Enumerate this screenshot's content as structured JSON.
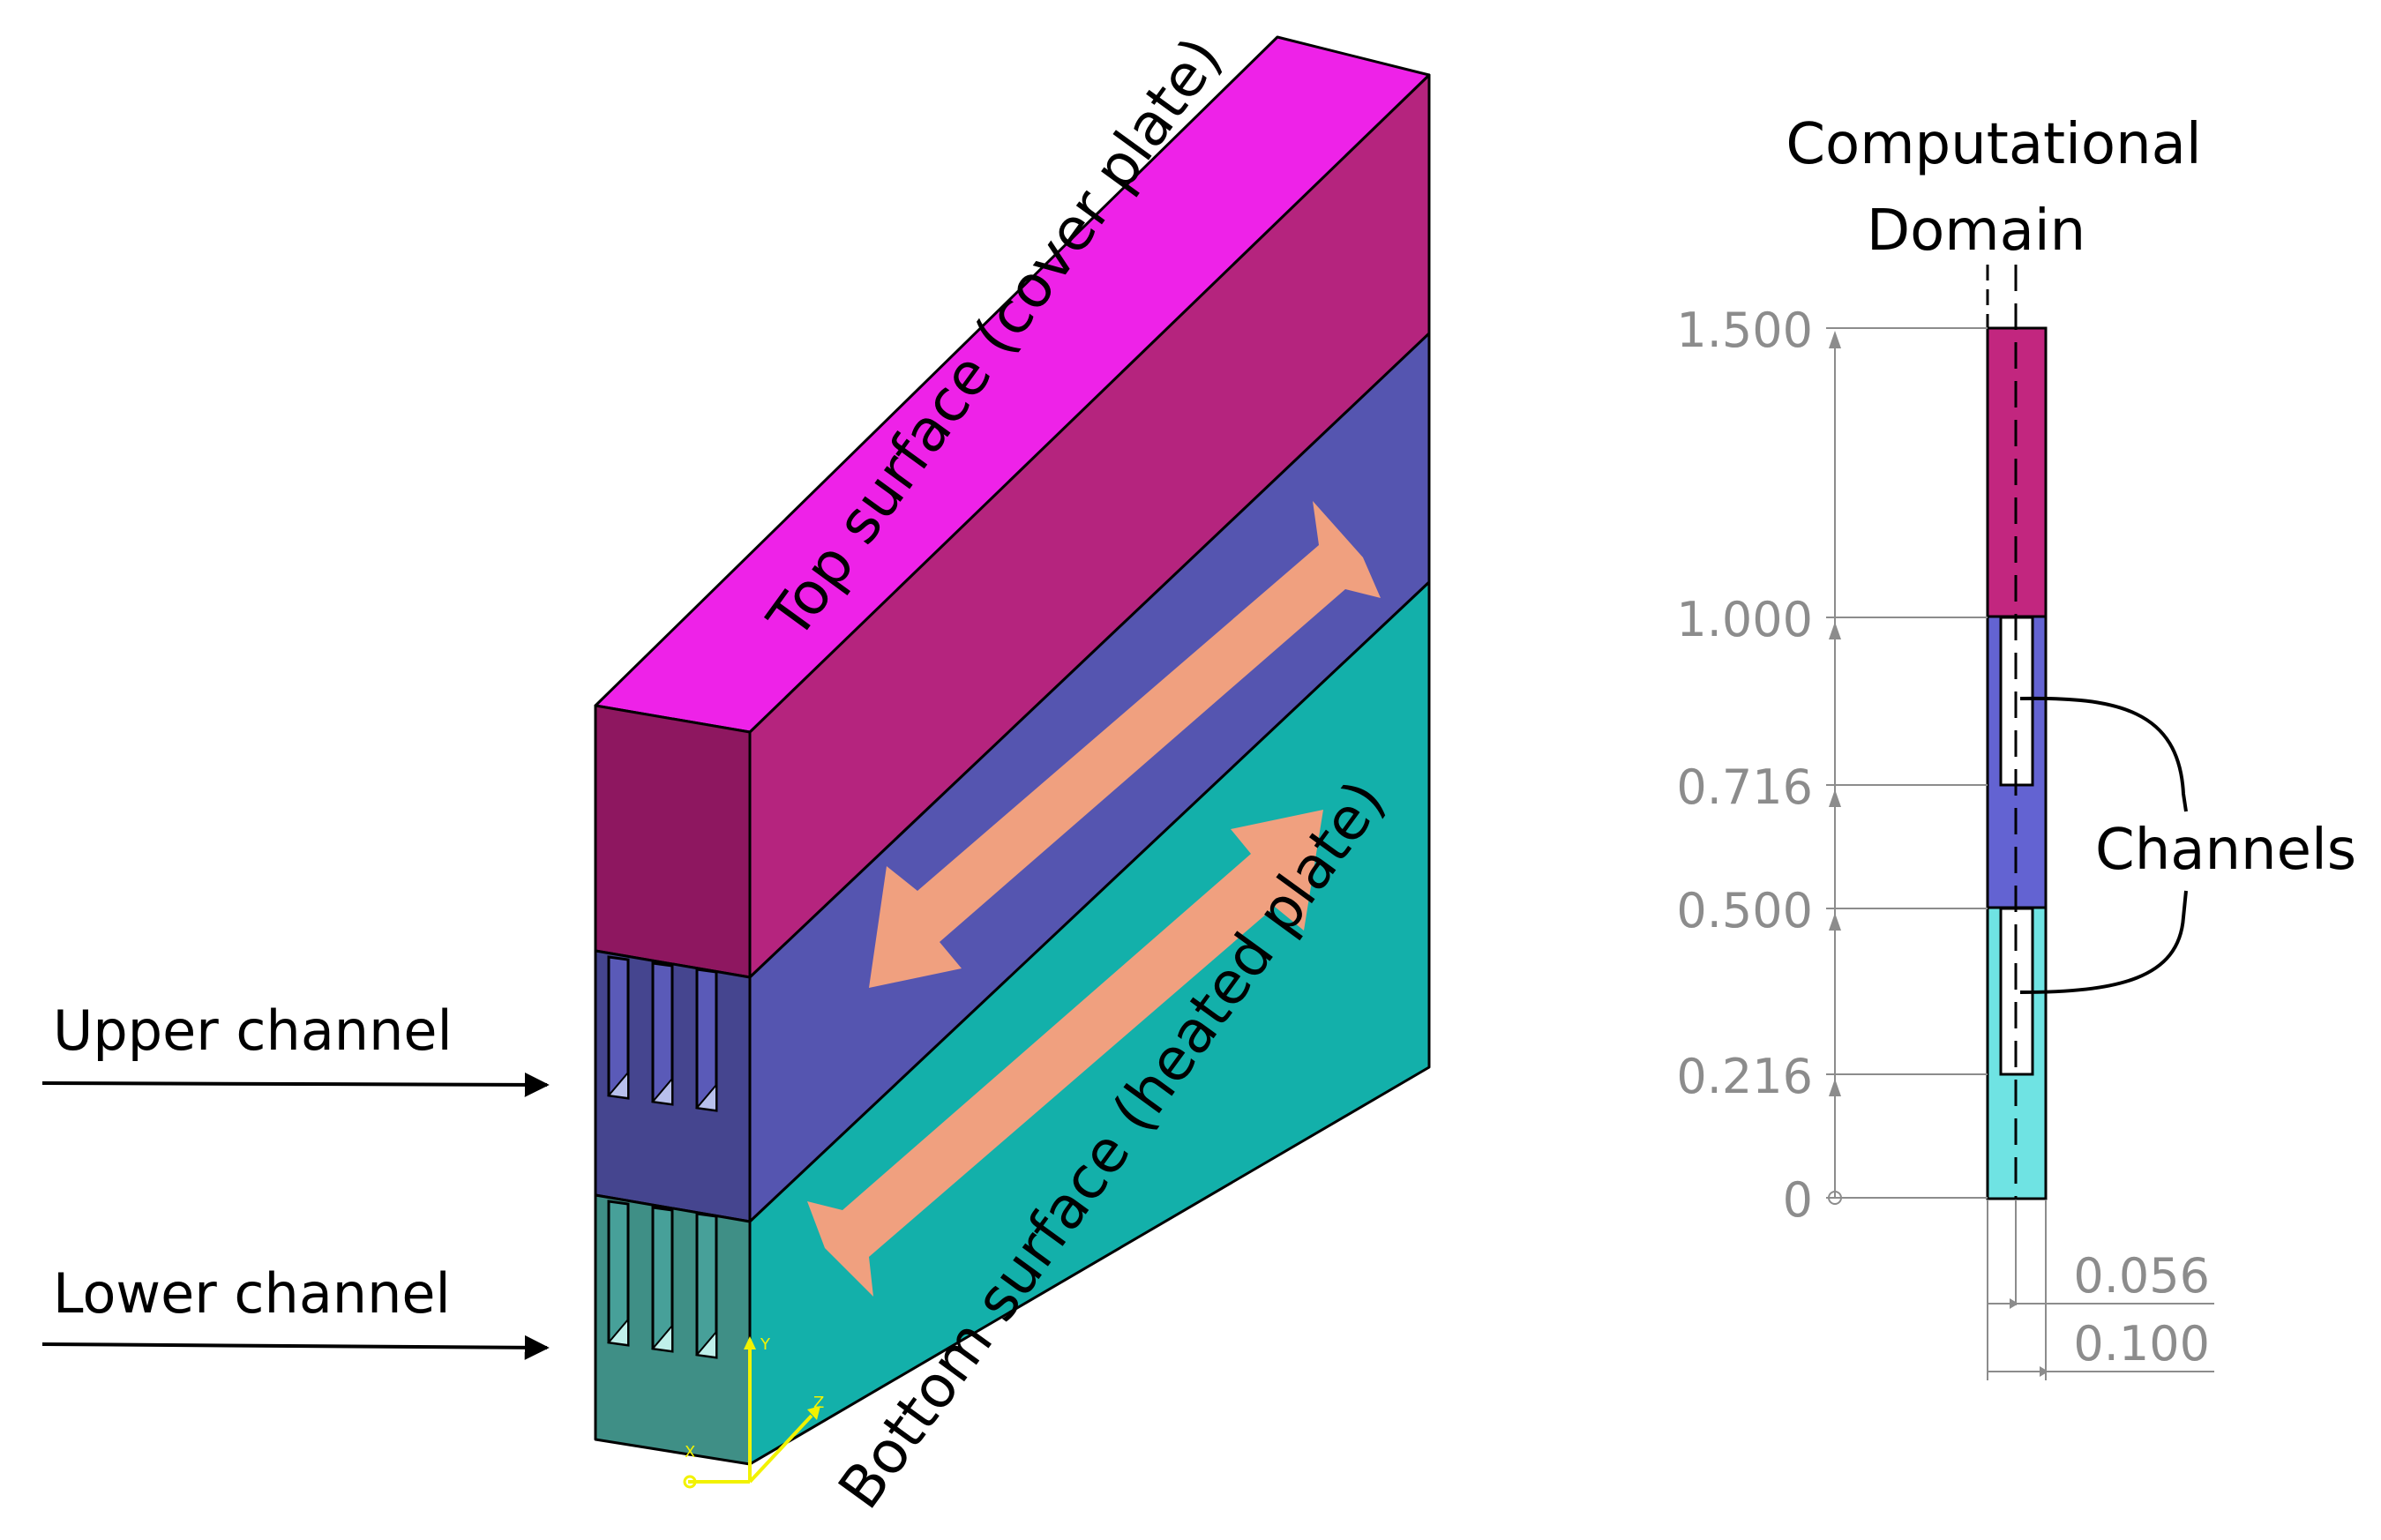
{
  "labels": {
    "top_surface": "Top surface (cover plate)",
    "bottom_surface": "Bottom surface (heated plate)",
    "upper_channel": "Upper channel",
    "lower_channel": "Lower channel",
    "domain_line1": "Computational",
    "domain_line2": "Domain",
    "channels": "Channels"
  },
  "axis_triad": {
    "x": "X",
    "y": "Y",
    "z": "Z"
  },
  "dimensions": {
    "heights": [
      "1.500",
      "1.000",
      "0.716",
      "0.500",
      "0.216",
      "0"
    ],
    "widths": [
      "0.056",
      "0.100"
    ]
  },
  "colors": {
    "cover_plate": "#b5247e",
    "cover_top": "#ee22e8",
    "cover_front": "#8e1760",
    "middle_block": "#5555b0",
    "middle_front": "#45458f",
    "heated_plate": "#13b0aa",
    "heated_front": "#3f8f86",
    "flow_arrow": "#f0a07f",
    "schematic_top": "#c2267f",
    "schematic_mid": "#6363d2",
    "schematic_bottom": "#6fe3e3",
    "dimension_gray": "#8c8c8c"
  }
}
